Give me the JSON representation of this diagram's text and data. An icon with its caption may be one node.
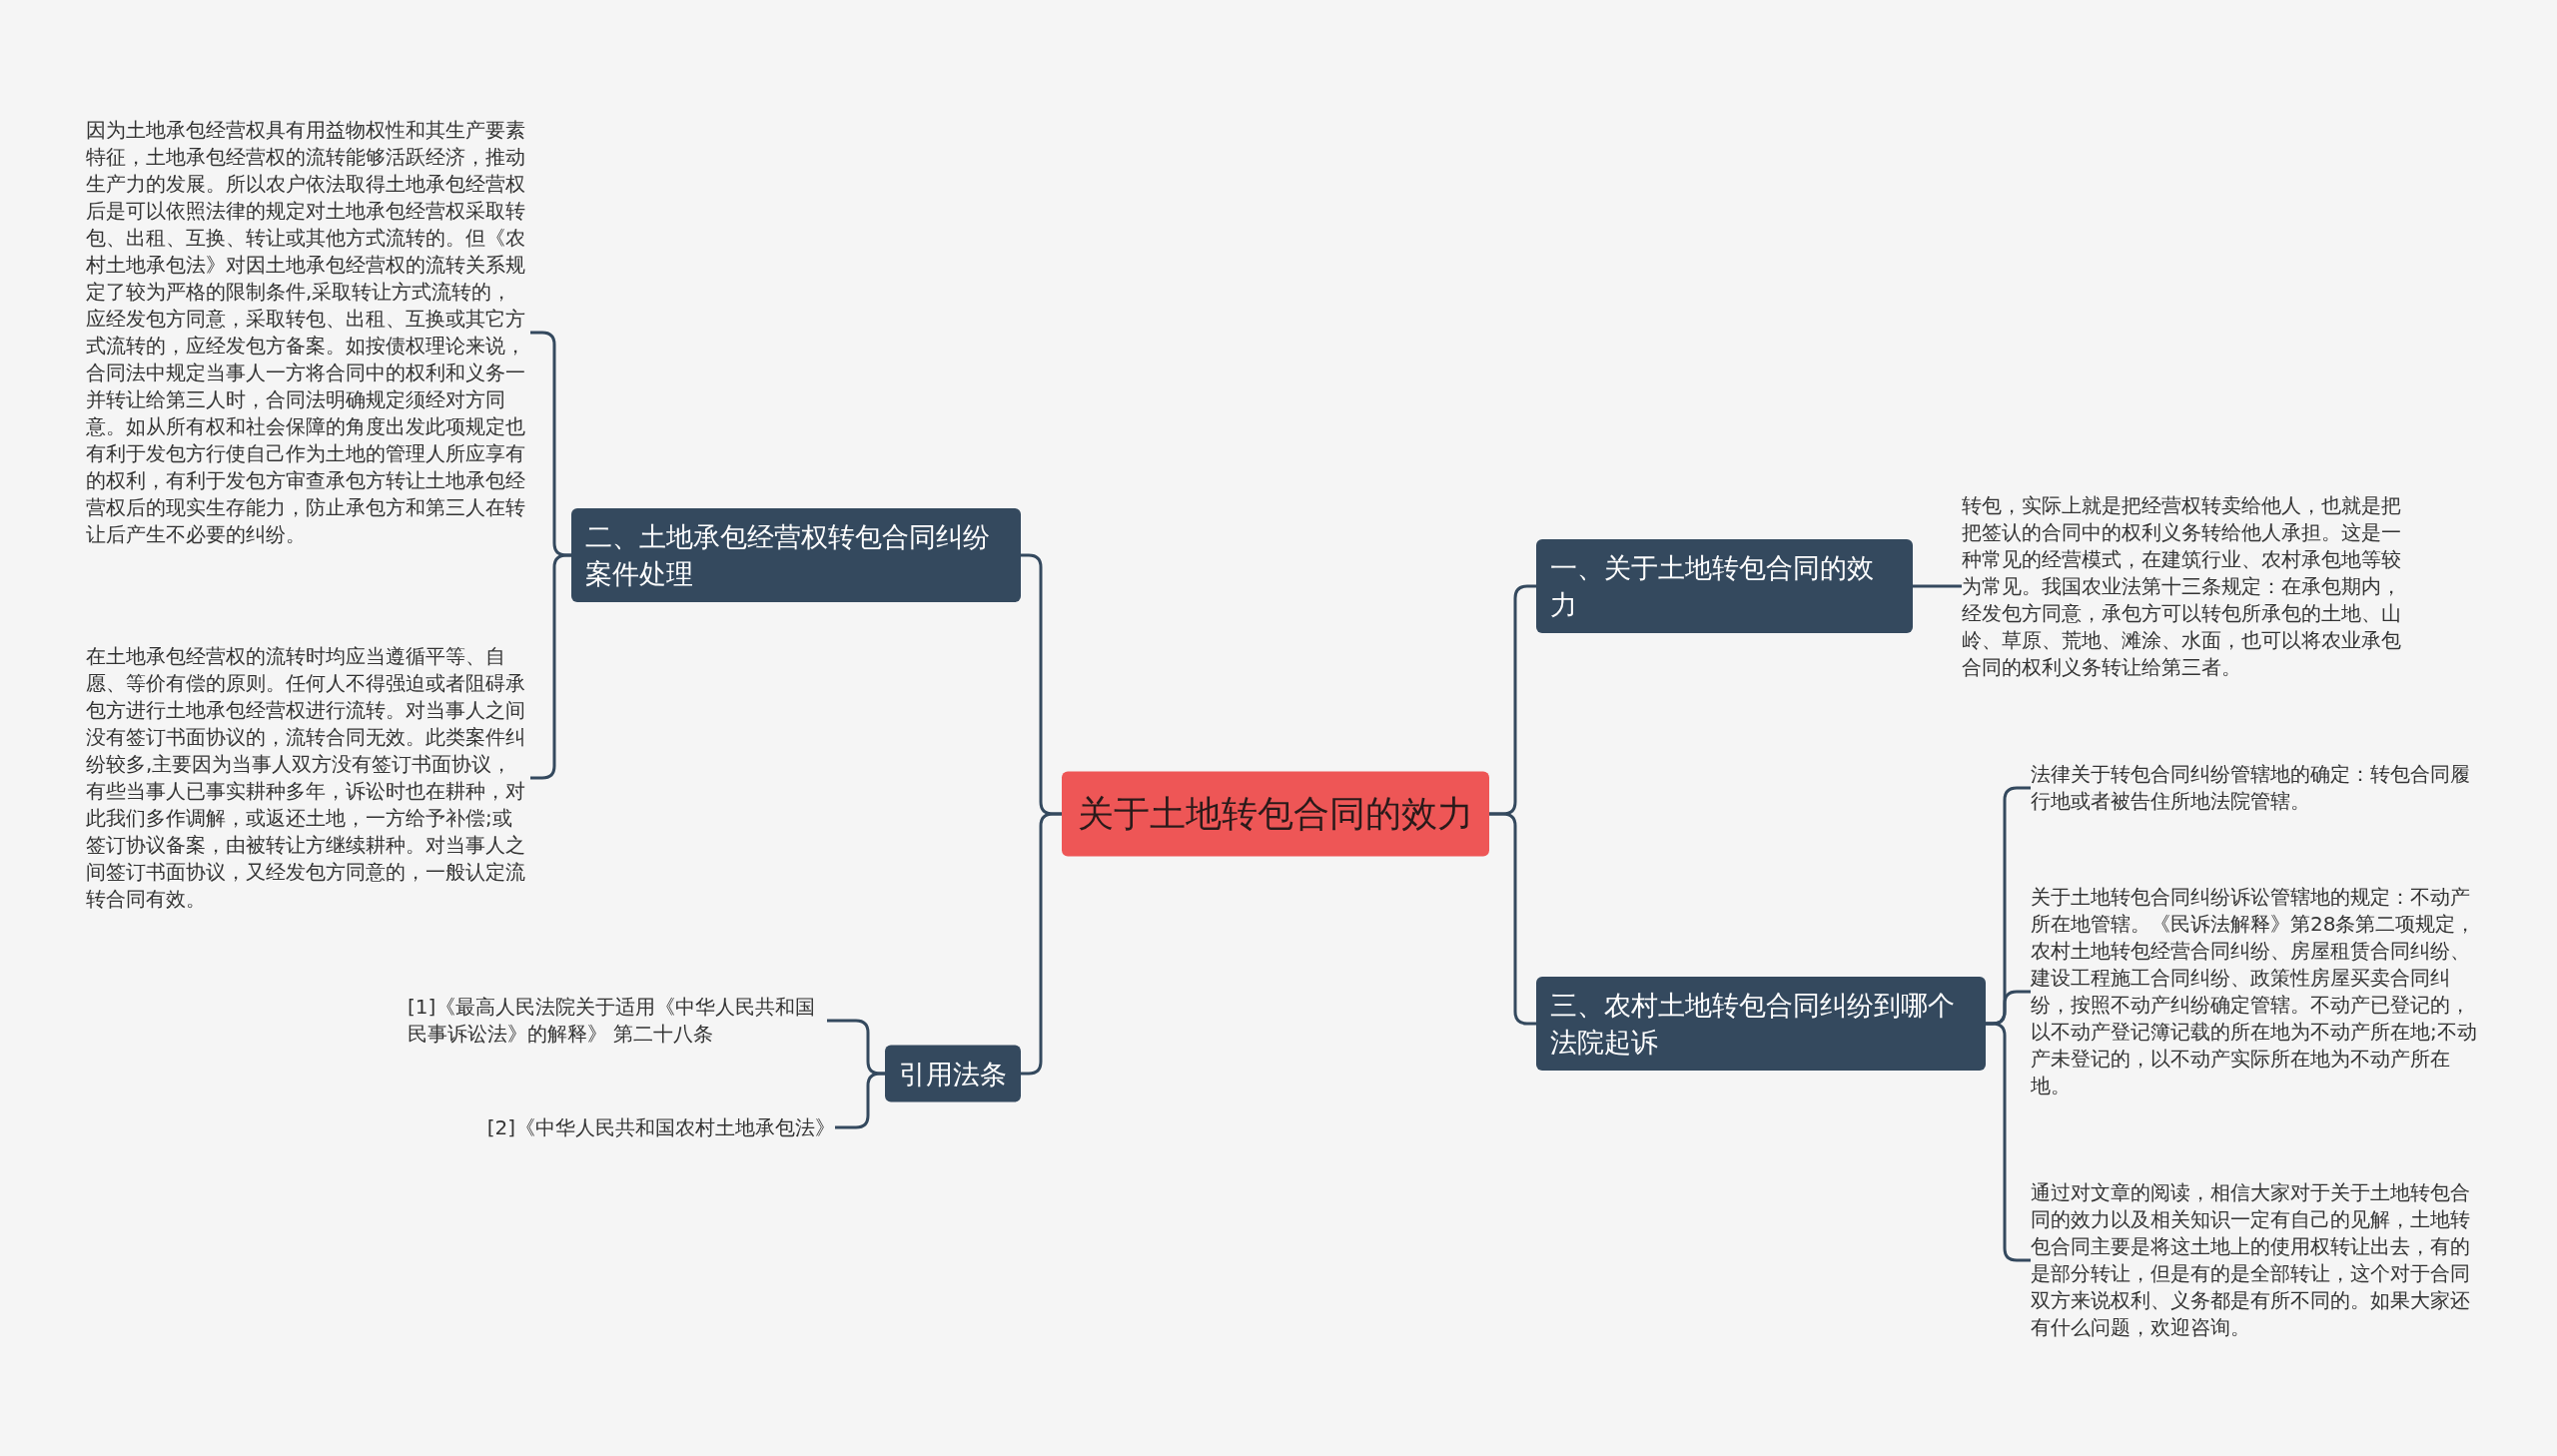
{
  "diagram": {
    "nodes": [
      {
        "text": [
          "关于土地转包合同的效力"
        ]
      },
      {
        "text": [
          "一、关于土地转包合同的效力"
        ]
      },
      {
        "text": [
          "转包，实际上就是把经营权转卖给他人，也就是把把签认的合同中的权利义务转给他人承担。这是一种常见的经营模式，在建筑行业、农村承包地等较为常见。我国农业法第十三条规定：在承包期内，经发包方同意，承包方可以转包所承包的土地、山岭、草原、荒地、滩涂、水面，也可以将农业承包合同的权利义务转让给第三者。"
        ]
      },
      {
        "text": [
          "三、农村土地转包合同纠纷到哪个法院起诉"
        ]
      },
      {
        "text": [
          "法律关于转包合同纠纷管辖地的确定：转包合同履行地或者被告住所地法院管辖。"
        ]
      },
      {
        "text": [
          "关于土地转包合同纠纷诉讼管辖地的规定：不动产所在地管辖。《民诉法解释》第28条第二项规定，农村土地转包经营合同纠纷、房屋租赁合同纠纷、建设工程施工合同纠纷、政策性房屋买卖合同纠纷，按照不动产纠纷确定管辖。不动产已登记的，以不动产登记簿记载的所在地为不动产所在地;不动产未登记的，以不动产实际所在地为不动产所在地。"
        ]
      },
      {
        "text": [
          "通过对文章的阅读，相信大家对于关于土地转包合同的效力以及相关知识一定有自己的见解，土地转包合同主要是将这土地上的使用权转让出去，有的是部分转让，但是有的是全部转让，这个对于合同双方来说权利、义务都是有所不同的。如果大家还有什么问题，欢迎咨询。"
        ]
      },
      {
        "text": [
          "二、土地承包经营权转包合同纠纷案件处理"
        ]
      },
      {
        "text": [
          "因为土地承包经营权具有用益物权性和其生产要素特征，土地承包经营权的流转能够活跃经济，推动生产力的发展。所以农户依法取得土地承包经营权后是可以依照法律的规定对土地承包经营权采取转包、出租、互换、转让或其他方式流转的。但《农村土地承包法》对因土地承包经营权的流转关系规定了较为严格的限制条件,采取转让方式流转的，应经发包方同意，采取转包、出租、互换或其它方式流转的，应经发包方备案。如按债权理论来说，合同法中规定当事人一方将合同中的权利和义务一并转让给第三人时，合同法明确规定须经对方同意。如从所有权和社会保障的角度出发此项规定也有利于发包方行使自己作为土地的管理人所应享有的权利，有利于发包方审查承包方转让土地承包经营权后的现实生存能力，防止承包方和第三人在转让后产生不必要的纠纷。"
        ]
      },
      {
        "text": [
          "在土地承包经营权的流转时均应当遵循平等、自愿、等价有偿的原则。任何人不得强迫或者阻碍承包方进行土地承包经营权进行流转。对当事人之间没有签订书面协议的，流转合同无效。此类案件纠纷较多,主要因为当事人双方没有签订书面协议，有些当事人已事实耕种多年，诉讼时也在耕种，对此我们多作调解，或返还土地，一方给予补偿;或签订协议备案，由被转让方继续耕种。对当事人之间签订书面协议，又经发包方同意的，一般认定流转合同有效。"
        ]
      },
      {
        "text": [
          "引用法条"
        ]
      },
      {
        "text": [
          "[1]《最高人民法院关于适用《中华人民共和国民事诉讼法》的解释》 第二十八条"
        ]
      },
      {
        "text": [
          "[2]《中华人民共和国农村土地承包法》"
        ]
      }
    ],
    "edges": [
      {
        "from": 0,
        "to": 1,
        "arrow": "none"
      },
      {
        "from": 1,
        "to": 2,
        "arrow": "none"
      },
      {
        "from": 0,
        "to": 3,
        "arrow": "none"
      },
      {
        "from": 3,
        "to": 4,
        "arrow": "none"
      },
      {
        "from": 3,
        "to": 5,
        "arrow": "none"
      },
      {
        "from": 3,
        "to": 6,
        "arrow": "none"
      },
      {
        "from": 0,
        "to": 7,
        "arrow": "none"
      },
      {
        "from": 7,
        "to": 8,
        "arrow": "none"
      },
      {
        "from": 7,
        "to": 9,
        "arrow": "none"
      },
      {
        "from": 0,
        "to": 10,
        "arrow": "none"
      },
      {
        "from": 10,
        "to": 11,
        "arrow": "none"
      },
      {
        "from": 10,
        "to": 12,
        "arrow": "none"
      }
    ]
  }
}
